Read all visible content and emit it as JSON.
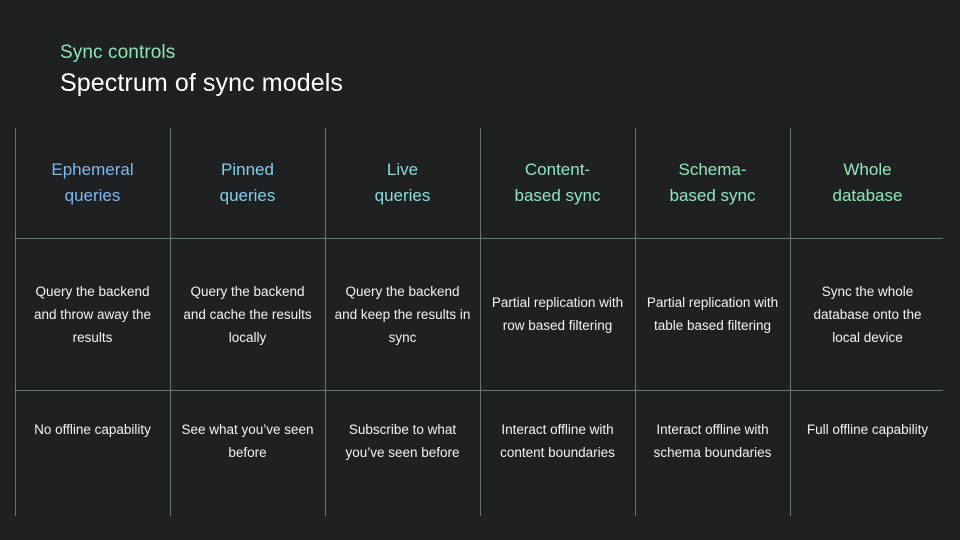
{
  "slide": {
    "eyebrow": "Sync controls",
    "title": "Spectrum of sync models",
    "background_color": "#1e2022",
    "eyebrow_color": "#8fe4bd",
    "title_color": "#ffffff",
    "gridline_color": "#6f8a82",
    "body_text_color": "#f2f2f2"
  },
  "table": {
    "columns": [
      {
        "header": "Ephemeral\nqueries",
        "header_line1": "Ephemeral",
        "header_line2": "queries",
        "header_color": "#7fb8f0",
        "description": "Query the backend and throw away the results",
        "capability": "No offline capability"
      },
      {
        "header": "Pinned\nqueries",
        "header_line1": "Pinned",
        "header_line2": "queries",
        "header_color": "#82cfe8",
        "description": "Query the backend and cache the results locally",
        "capability": "See what you’ve seen before"
      },
      {
        "header": "Live\nqueries",
        "header_line1": "Live",
        "header_line2": "queries",
        "header_color": "#8adcd8",
        "description": "Query the backend and keep the results in sync",
        "capability": "Subscribe to what you’ve seen before"
      },
      {
        "header": "Content-\nbased sync",
        "header_line1": "Content-",
        "header_line2": "based sync",
        "header_color": "#8fe4c4",
        "description": "Partial replication with row based filtering",
        "capability": "Interact offline with content boundaries"
      },
      {
        "header": "Schema-\nbased sync",
        "header_line1": "Schema-",
        "header_line2": "based sync",
        "header_color": "#8fe6be",
        "description": "Partial replication with table based filtering",
        "capability": "Interact offline with schema boundaries"
      },
      {
        "header": "Whole\ndatabase",
        "header_line1": "Whole",
        "header_line2": "database",
        "header_color": "#90e8bb",
        "description": "Sync the whole database onto the local device",
        "capability": "Full offline capability"
      }
    ]
  }
}
